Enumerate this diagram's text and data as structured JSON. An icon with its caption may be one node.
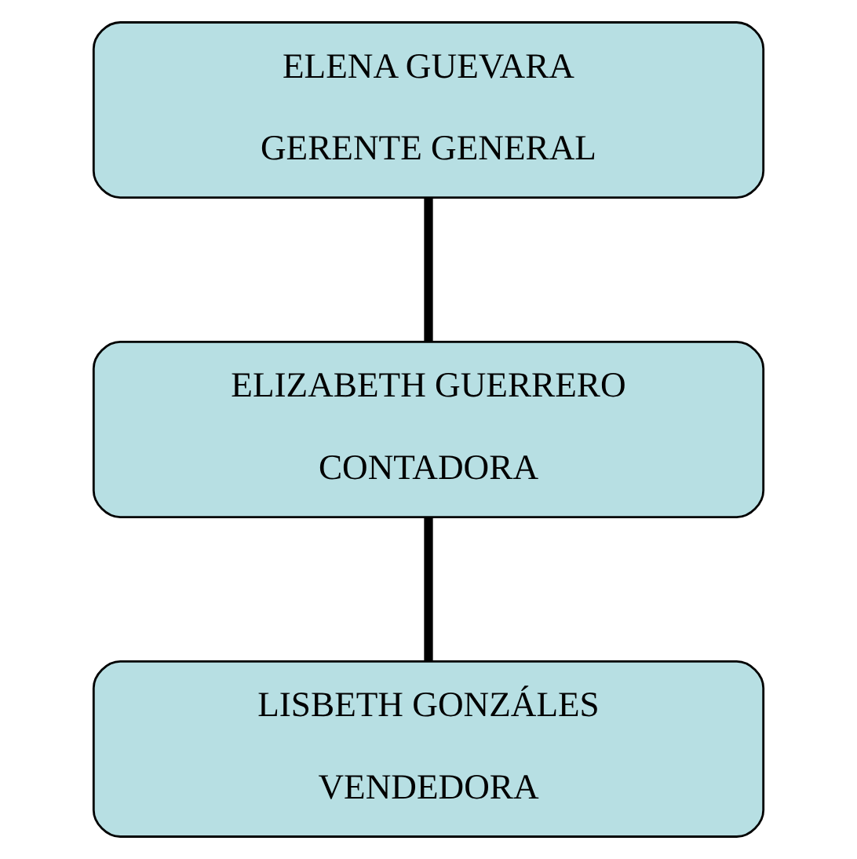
{
  "diagram": {
    "nodes": [
      {
        "text": [
          "ELENA GUEVARA",
          "GERENTE GENERAL"
        ]
      },
      {
        "text": [
          "ELIZABETH GUERRERO",
          "CONTADORA"
        ]
      },
      {
        "text": [
          "LISBETH GONZÁLES",
          "VENDEDORA"
        ]
      }
    ],
    "edges": [
      {
        "from": 0,
        "to": 1,
        "arrow": "none"
      },
      {
        "from": 1,
        "to": 2,
        "arrow": "none"
      }
    ]
  }
}
